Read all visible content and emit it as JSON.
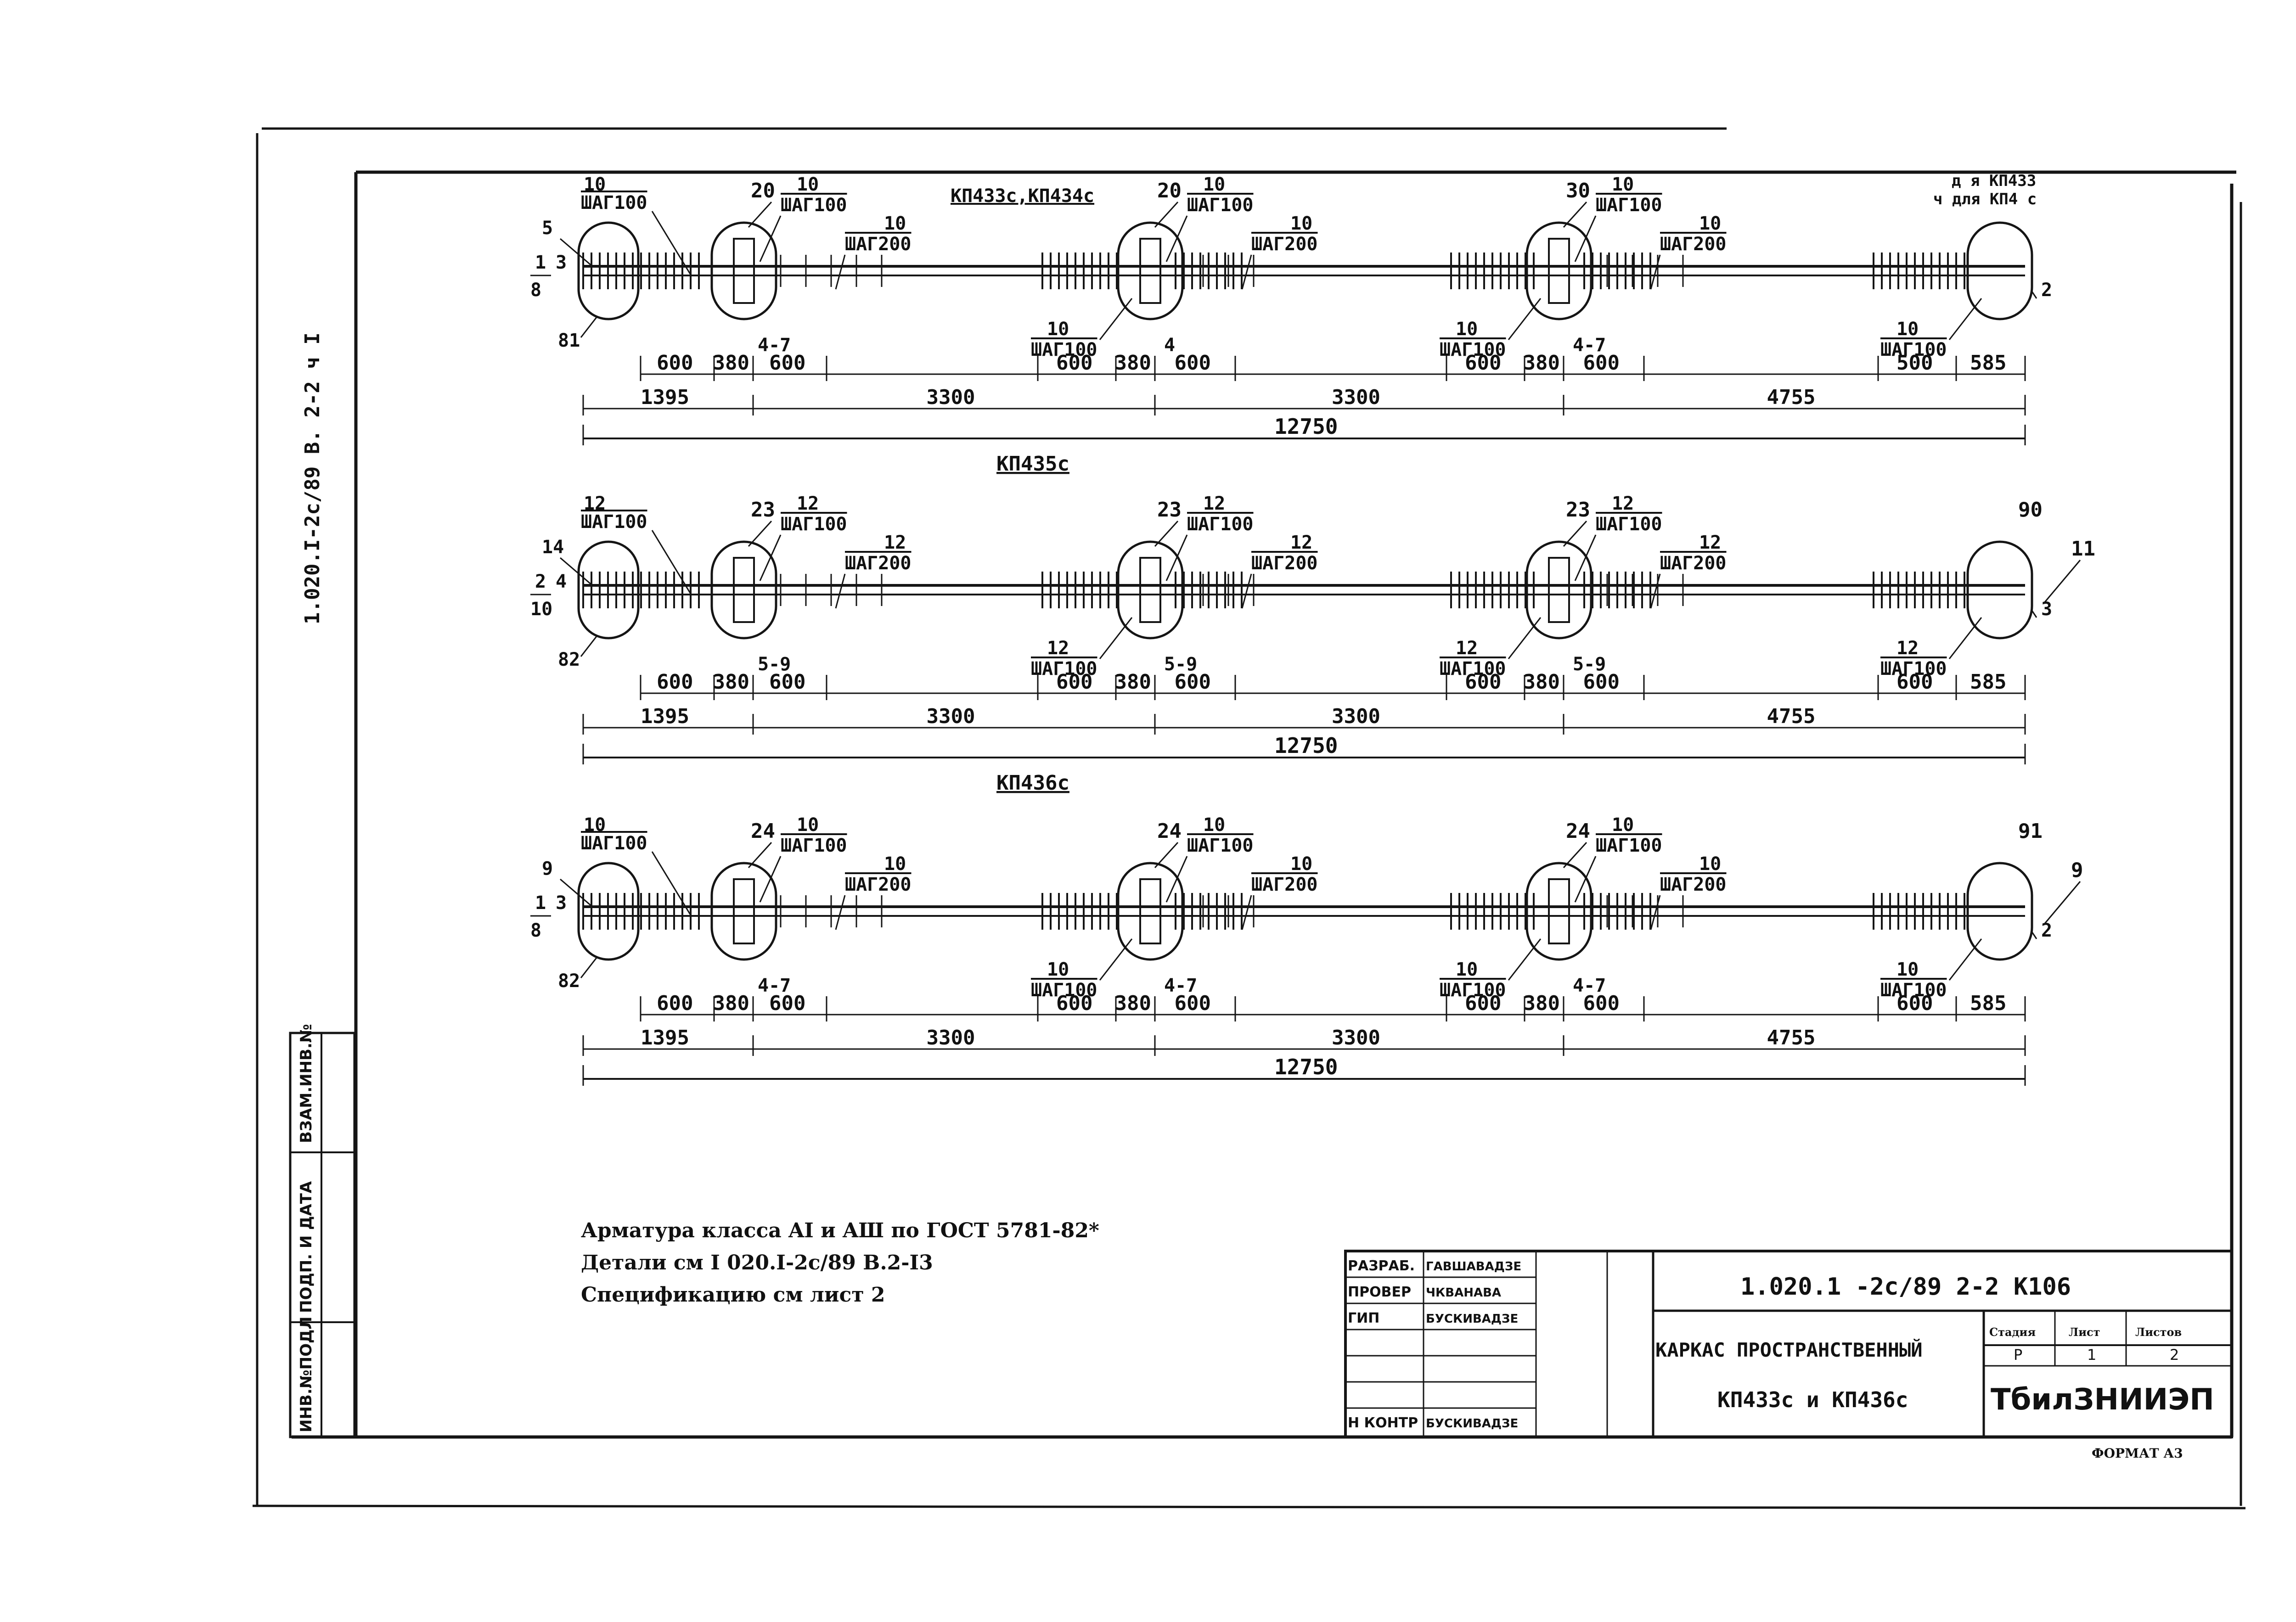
{
  "rows": [
    {
      "label_above": "",
      "label_below": "КП435с",
      "left_marks": {
        "m1": "1",
        "m2": "3",
        "m3": "8"
      },
      "left_small": "5",
      "left_tag_left": "81",
      "right_small": "2",
      "right_top_note_1": "д я  КП433",
      "right_top_note_2": "ч для КП4  с",
      "pitch_top_left": {
        "num": "10",
        "step": "ШАГ100"
      },
      "nodes": [
        {
          "tag": "20",
          "top_num": "10",
          "top_step": "ШАГ100",
          "mid_num": "10",
          "mid_step": "ШАГ200",
          "bot_num": "",
          "bot_step": "",
          "pos": "4-7"
        },
        {
          "tag": "20",
          "top_num": "10",
          "top_step": "ШАГ100",
          "mid_num": "10",
          "mid_step": "ШАГ200",
          "bot_num": "10",
          "bot_step": "ШАГ100",
          "pos": "4"
        },
        {
          "tag": "30",
          "top_num": "10",
          "top_step": "ШАГ100",
          "mid_num": "10",
          "mid_step": "ШАГ200",
          "bot_num": "10",
          "bot_step": "ШАГ100",
          "pos": "4-7"
        },
        {
          "tag": "",
          "top_num": "",
          "top_step": "",
          "mid_num": "",
          "mid_step": "",
          "bot_num": "10",
          "bot_step": "ШАГ100",
          "pos": ""
        }
      ],
      "first_bot_num": "10",
      "first_bot_step": "ШАГ100",
      "dims_small": [
        "600",
        "380",
        "600",
        "600",
        "380",
        "600",
        "600",
        "380",
        "600",
        "500",
        "585"
      ],
      "dims_mid": [
        "1395",
        "3300",
        "3300",
        "4755"
      ],
      "total": "12750"
    },
    {
      "label_above": "",
      "label_below": "КП436с",
      "left_marks": {
        "m1": "2",
        "m2": "4",
        "m3": "10"
      },
      "left_small": "14",
      "left_tag_left": "82",
      "right_small": "3",
      "right_top_tag": "90",
      "right_small_top": "11",
      "pitch_top_left": {
        "num": "12",
        "step": "ШАГ100"
      },
      "nodes": [
        {
          "tag": "23",
          "top_num": "12",
          "top_step": "ШАГ100",
          "mid_num": "12",
          "mid_step": "ШАГ200",
          "bot_num": "",
          "bot_step": "",
          "pos": "5-9"
        },
        {
          "tag": "23",
          "top_num": "12",
          "top_step": "ШАГ100",
          "mid_num": "12",
          "mid_step": "ШАГ200",
          "bot_num": "12",
          "bot_step": "ШАГ100",
          "pos": "5-9"
        },
        {
          "tag": "23",
          "top_num": "12",
          "top_step": "ШАГ100",
          "mid_num": "12",
          "mid_step": "ШАГ200",
          "bot_num": "12",
          "bot_step": "ШАГ100",
          "pos": "5-9"
        },
        {
          "tag": "",
          "top_num": "",
          "top_step": "",
          "mid_num": "",
          "mid_step": "",
          "bot_num": "12",
          "bot_step": "ШАГ100",
          "pos": ""
        }
      ],
      "first_bot_num": "12",
      "first_bot_step": "ШАГ100",
      "dims_small": [
        "600",
        "380",
        "600",
        "600",
        "380",
        "600",
        "600",
        "380",
        "600",
        "600",
        "585"
      ],
      "dims_mid": [
        "1395",
        "3300",
        "3300",
        "4755"
      ],
      "total": "12750"
    },
    {
      "label_above": "КП436с",
      "label_below": "",
      "left_marks": {
        "m1": "1",
        "m2": "3",
        "m3": "8"
      },
      "left_small": "9",
      "left_tag_left": "82",
      "right_small": "2",
      "right_top_tag": "91",
      "right_small_top": "9",
      "pitch_top_left": {
        "num": "10",
        "step": "ШАГ100"
      },
      "nodes": [
        {
          "tag": "24",
          "top_num": "10",
          "top_step": "ШАГ100",
          "mid_num": "10",
          "mid_step": "ШАГ200",
          "bot_num": "",
          "bot_step": "",
          "pos": "4-7"
        },
        {
          "tag": "24",
          "top_num": "10",
          "top_step": "ШАГ100",
          "mid_num": "10",
          "mid_step": "ШАГ200",
          "bot_num": "10",
          "bot_step": "ШАГ100",
          "pos": "4-7"
        },
        {
          "tag": "24",
          "top_num": "10",
          "top_step": "ШАГ100",
          "mid_num": "10",
          "mid_step": "ШАГ200",
          "bot_num": "10",
          "bot_step": "ШАГ100",
          "pos": "4-7"
        },
        {
          "tag": "",
          "top_num": "",
          "top_step": "",
          "mid_num": "",
          "mid_step": "",
          "bot_num": "10",
          "bot_step": "ШАГ100",
          "pos": ""
        }
      ],
      "first_bot_num": "10",
      "first_bot_step": "ШАГ100",
      "dims_small": [
        "600",
        "380",
        "600",
        "600",
        "380",
        "600",
        "600",
        "380",
        "600",
        "600",
        "585"
      ],
      "dims_mid": [
        "1395",
        "3300",
        "3300",
        "4755"
      ],
      "total": "12750"
    }
  ],
  "row1_top_label": "КП433с,КП434с",
  "notes": [
    "Арматура класса AI и AШ по ГОСТ 5781-82*",
    "Детали см  I 020.I-2с/89 В.2-I3",
    "Спецификацию см  лист 2"
  ],
  "side_code": "1.020.I-2с/89  В. 2-2  ч I",
  "side_stamp": [
    "ИНВ.№ПОДЛ",
    "ПОДП. И ДАТА",
    "ВЗАМ.ИНВ.№"
  ],
  "title_block": {
    "roles": [
      "РАЗРАБ.",
      "ПРОВЕР",
      "ГИП",
      "",
      "",
      "",
      "Н КОНТР"
    ],
    "names": [
      "ГАВШАВАДЗЕ",
      "ЧКВАНАВА",
      "БУСКИВАДЗЕ",
      "",
      "",
      "",
      "БУСКИВАДЗЕ"
    ],
    "code": "1.020.1 -2с/89  2-2  К106",
    "title_line1": "КАРКАС ПРОСТРАНСТВЕННЫЙ",
    "title_line2": "КП433с и КП436с",
    "stage_head": "Стадия",
    "sheet_head": "Лист",
    "sheets_head": "Листов",
    "stage": "Р",
    "sheet": "1",
    "sheets": "2",
    "org": "ТбилЗНИИЭП",
    "format": "ФОРМАТ А3"
  }
}
